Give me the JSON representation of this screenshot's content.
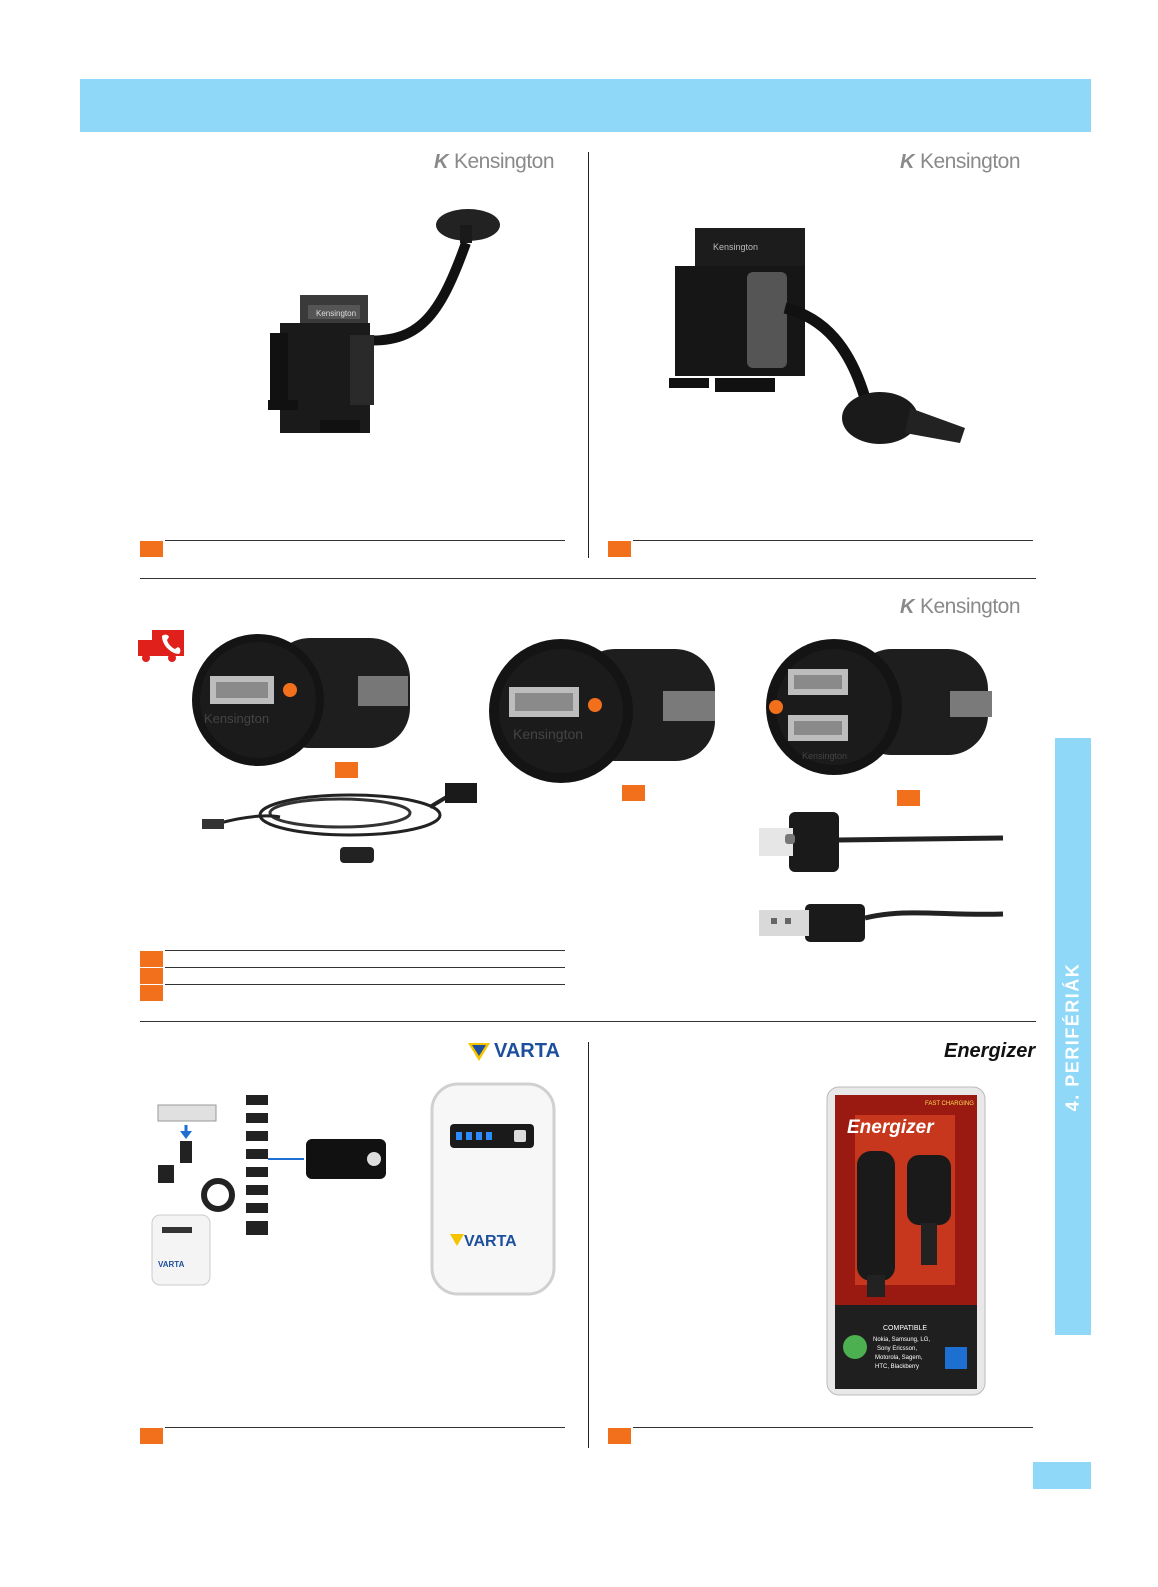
{
  "sidebar": {
    "tab_label": "4. PERIFÉRIÁK"
  },
  "brands": {
    "kensington": "Kensington",
    "varta": "VARTA",
    "energizer": "Energizer"
  },
  "product_labels": {
    "holder_logo": "Kensington",
    "charger_logo": "Kensington",
    "varta_device": "VARTA",
    "energizer_pack": "Energizer",
    "energizer_fast": "FAST CHARGING",
    "energizer_compatible": "COMPATIBLE",
    "energizer_brands_1": "Nokia, Samsung, LG,",
    "energizer_brands_2": "Sony Ericsson,",
    "energizer_brands_3": "Motorola, Sagem,",
    "energizer_brands_4": "HTC, Blackberry"
  },
  "colors": {
    "header_band": "#8fd8f8",
    "badge": "#f26f1c",
    "delivery_icon": "#e0201b"
  },
  "icons": [
    "kensington-logo-icon",
    "varta-logo-icon",
    "energizer-logo-icon",
    "delivery-truck-phone-icon"
  ]
}
